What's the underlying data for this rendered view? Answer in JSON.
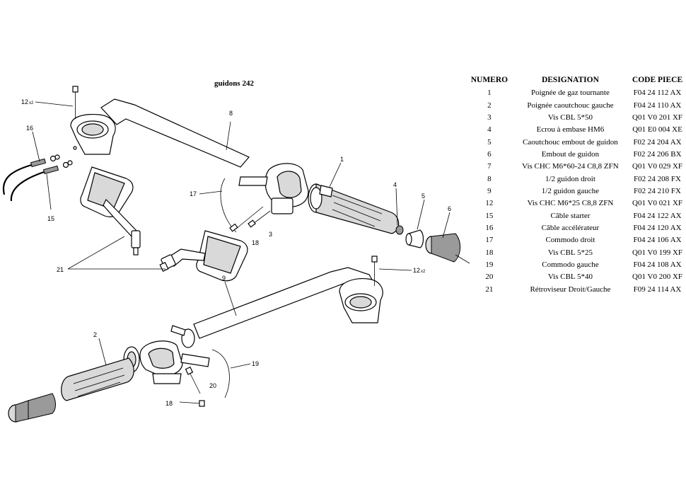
{
  "diagram": {
    "title": "guidons 242",
    "callouts": {
      "c1": "1",
      "c2": "2",
      "c3": "3",
      "c4": "4",
      "c5": "5",
      "c6": "6",
      "c8": "8",
      "c9": "9",
      "c12a": "12",
      "c12a_sub": "x2",
      "c12b": "12",
      "c12b_sub": "x2",
      "c15": "15",
      "c16": "16",
      "c17": "17",
      "c18a": "18",
      "c18b": "18",
      "c19": "19",
      "c20": "20",
      "c21": "21"
    }
  },
  "table": {
    "headers": {
      "numero": "NUMERO",
      "designation": "DESIGNATION",
      "code": "CODE PIECE"
    },
    "rows": [
      {
        "numero": "1",
        "designation": "Poignée de gaz tournante",
        "code": "F04 24 112 AX"
      },
      {
        "numero": "2",
        "designation": "Poignée caoutchouc gauche",
        "code": "F04 24 110 AX"
      },
      {
        "numero": "3",
        "designation": "Vis CBL 5*50",
        "code": "Q01 V0 201 XF"
      },
      {
        "numero": "4",
        "designation": "Ecrou à embase HM6",
        "code": "Q01 E0 004 XE"
      },
      {
        "numero": "5",
        "designation": "Caoutchouc embout de guidon",
        "code": "F02 24 204 AX"
      },
      {
        "numero": "6",
        "designation": "Embout de guidon",
        "code": "F02 24 206 BX"
      },
      {
        "numero": "7",
        "designation": "Vis CHC M6*60-24 C8,8 ZFN",
        "code": "Q01 V0 029 XF"
      },
      {
        "numero": "8",
        "designation": "1/2 guidon droit",
        "code": "F02 24 208 FX"
      },
      {
        "numero": "9",
        "designation": "1/2 guidon gauche",
        "code": "F02 24 210 FX"
      },
      {
        "numero": "12",
        "designation": "Vis CHC M6*25 C8,8 ZFN",
        "code": "Q01 V0 021 XF"
      },
      {
        "numero": "15",
        "designation": "Câble starter",
        "code": "F04 24 122 AX"
      },
      {
        "numero": "16",
        "designation": "Câble accélérateur",
        "code": "F04 24 120 AX"
      },
      {
        "numero": "17",
        "designation": "Commodo droit",
        "code": "F04 24 106 AX"
      },
      {
        "numero": "18",
        "designation": "Vis CBL 5*25",
        "code": "Q01 V0 199 XF"
      },
      {
        "numero": "19",
        "designation": "Commodo gauche",
        "code": "F04 24 108 AX"
      },
      {
        "numero": "20",
        "designation": "Vis CBL 5*40",
        "code": "Q01 V0 200 XF"
      },
      {
        "numero": "21",
        "designation": "Rétroviseur Droit/Gauche",
        "code": "F09 24 114 AX"
      }
    ]
  }
}
